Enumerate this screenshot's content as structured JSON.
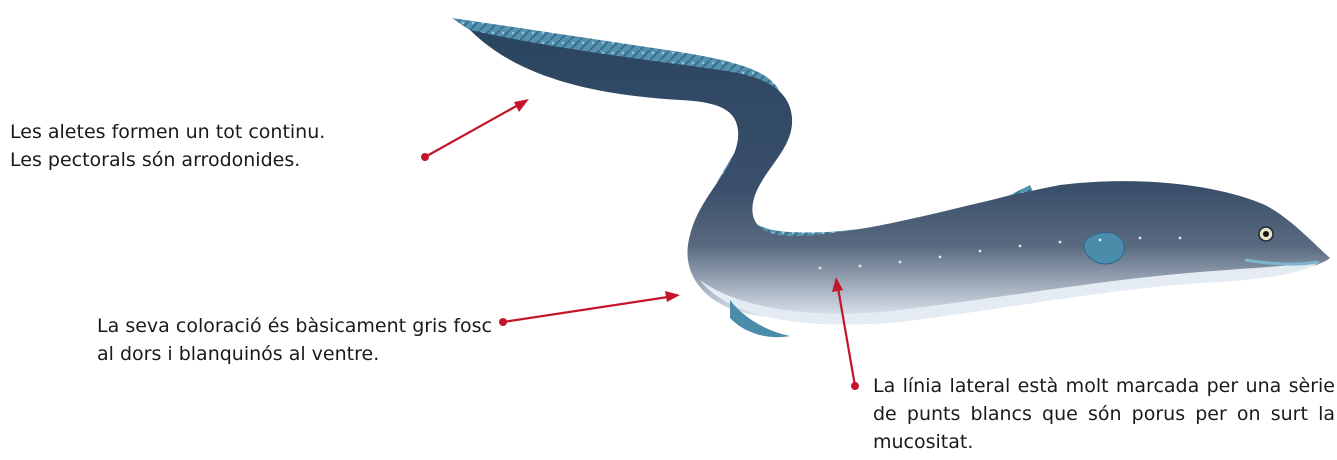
{
  "colors": {
    "annotation": "#c4162a",
    "eel_back": "#2f4a62",
    "eel_belly": "#d9e3ef",
    "eel_fin": "#4c8fb0",
    "eel_shadow": "#5a3a45"
  },
  "subject_icon": "eel-illustration",
  "annotations": [
    {
      "lines": [
        "Les aletes formen un tot continu.",
        "Les pectorals són arrodonides."
      ]
    },
    {
      "lines": [
        "La seva coloració és bàsicament gris fosc al dors i blanquinós al ventre."
      ]
    },
    {
      "lines": [
        "La línia lateral està molt marcada per una sèrie de punts blancs que són porus per on surt la mucositat."
      ]
    }
  ]
}
